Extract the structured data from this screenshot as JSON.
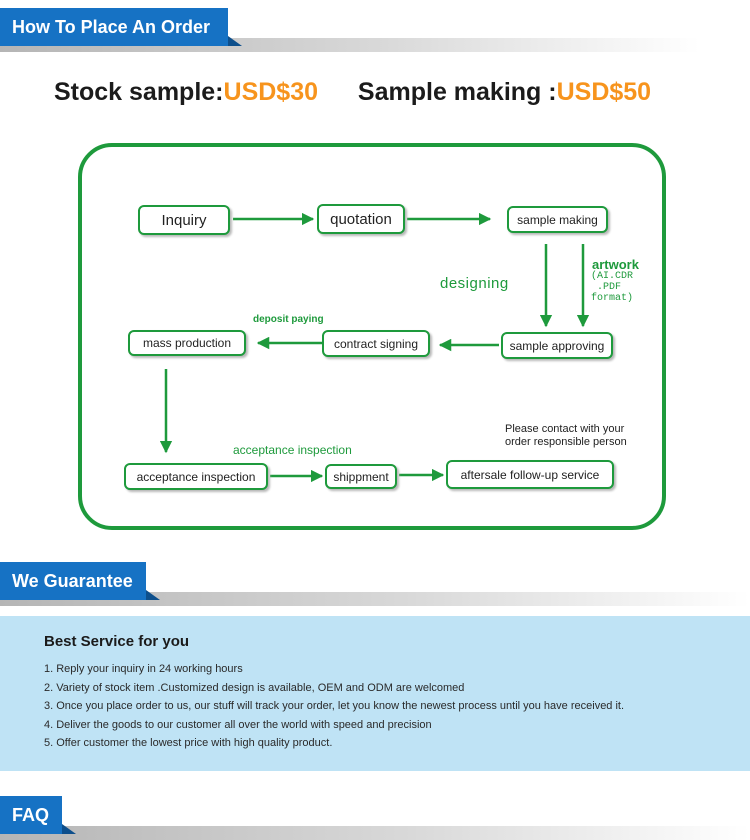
{
  "order_section": {
    "title": "How To Place An Order",
    "stock_label": "Stock sample:",
    "stock_price": "USD$30",
    "making_label": "Sample making :",
    "making_price": "USD$50"
  },
  "flow": {
    "nodes": {
      "inquiry": "Inquiry",
      "quotation": "quotation",
      "sample_making": "sample making",
      "sample_approving": "sample approving",
      "contract_signing": "contract signing",
      "mass_production": "mass production",
      "acceptance_inspection": "acceptance inspection",
      "shippment": "shippment",
      "aftersale": "aftersale follow-up service"
    },
    "labels": {
      "designing": "designing",
      "artwork": "artwork",
      "artwork_formats_1": "(AI.CDR",
      "artwork_formats_2": ".PDF",
      "artwork_formats_3": "format)",
      "deposit_paying": "deposit paying",
      "acceptance_inspection": "acceptance inspection",
      "contact_line1": "Please contact with your",
      "contact_line2": "order responsible person"
    },
    "colors": {
      "frame": "#1e9a3c",
      "arrow": "#1e9a3c",
      "accent": "#f7941d"
    }
  },
  "guarantee_section": {
    "title": "We Guarantee",
    "panel_title": "Best Service for you",
    "items": [
      "1. Reply your inquiry in 24 working hours",
      "2. Variety of stock item .Customized design is available, OEM and ODM are welcomed",
      "3. Once you place order to us, our stuff will track your order, let you know the newest process until you have received it.",
      "4. Deliver the goods to our customer all over the world with speed and precision",
      "5. Offer customer the lowest price with high quality product."
    ]
  },
  "faq_section": {
    "title": "FAQ"
  }
}
